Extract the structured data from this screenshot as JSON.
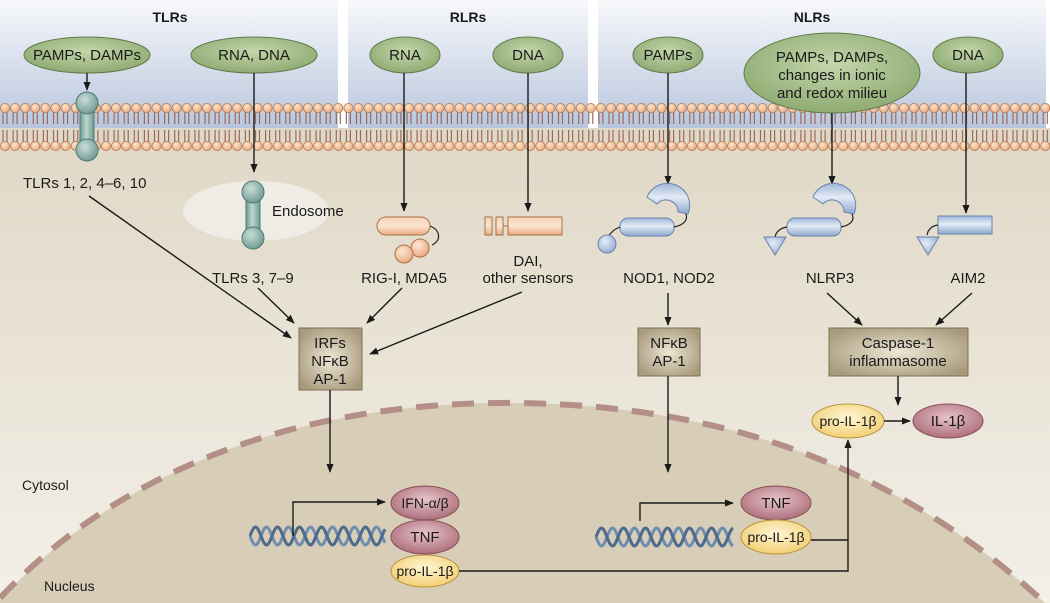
{
  "title": "Pattern recognition receptor signalling pathways",
  "families": {
    "tlr": {
      "header": "TLRs"
    },
    "rlr": {
      "header": "RLRs"
    },
    "nlr": {
      "header": "NLRs"
    }
  },
  "ligands": {
    "tlr_surface": "PAMPs, DAMPs",
    "tlr_endo": "RNA, DNA",
    "rlr_rna": "RNA",
    "rlr_dna": "DNA",
    "nod_pamps": "PAMPs",
    "nlrp3_line1": "PAMPs, DAMPs,",
    "nlrp3_line2": "changes in ionic",
    "nlrp3_line3": "and redox milieu",
    "aim2_dna": "DNA"
  },
  "receptors": {
    "tlr_surface": "TLRs 1, 2, 4–6, 10",
    "endosome": "Endosome",
    "tlr_endo": "TLRs 3, 7–9",
    "rig": "RIG-I, MDA5",
    "dai_line1": "DAI,",
    "dai_line2": "other sensors",
    "nod": "NOD1, NOD2",
    "nlrp3": "NLRP3",
    "aim2": "AIM2"
  },
  "transcription_factors": {
    "left": [
      "IRFs",
      "NFκB",
      "AP-1"
    ],
    "middle": [
      "NFκB",
      "AP-1"
    ]
  },
  "inflammasome": [
    "Caspase-1",
    "inflammasome"
  ],
  "products": {
    "left": [
      "IFN-α/β",
      "TNF",
      "pro-IL-1β"
    ],
    "middle": [
      "TNF",
      "pro-IL-1β"
    ],
    "cytosol_pro": "pro-IL-1β",
    "mature": "IL-1β"
  },
  "compartments": {
    "cytosol": "Cytosol",
    "nucleus": "Nucleus"
  },
  "colors": {
    "ligand_fill": "#9bb57f",
    "tlr_receptor": "#7fa8a0",
    "rlr_receptor": "#f0b48a",
    "nlr_receptor": "#a9bedd",
    "tf_box": "#b3a68a",
    "cytokine_red": "#b77d88",
    "cytokine_yellow": "#f6d98a",
    "membrane_head": "#f3b98a",
    "nuclear_envelope": "#b38f88"
  }
}
